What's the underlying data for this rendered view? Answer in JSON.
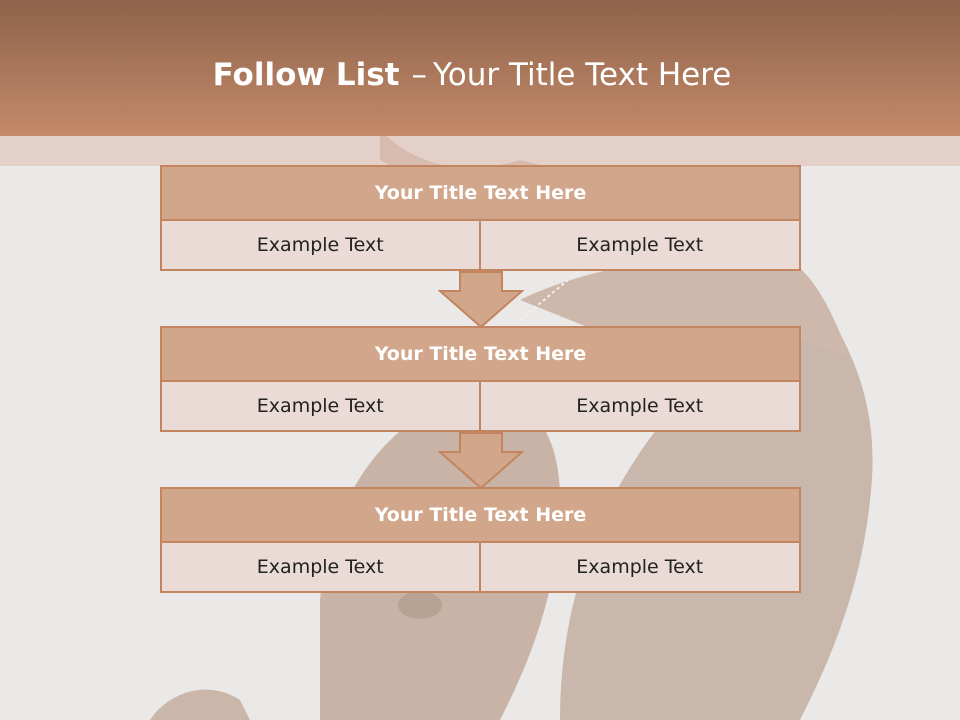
{
  "header": {
    "title_bold": "Follow List",
    "title_separator": "–",
    "title_rest": "Your Title Text Here"
  },
  "colors": {
    "header_top": "#8e624b",
    "header_bottom": "#c48a69",
    "block_title_fill": "#d1a68a",
    "block_border": "#c2855f",
    "cell_fill": "#eadbd6",
    "arrow_fill": "#d1a68a"
  },
  "blocks": [
    {
      "title": "Your Title Text Here",
      "cells": [
        "Example Text",
        "Example Text"
      ]
    },
    {
      "title": "Your Title Text Here",
      "cells": [
        "Example Text",
        "Example Text"
      ]
    },
    {
      "title": "Your Title Text Here",
      "cells": [
        "Example Text",
        "Example Text"
      ]
    }
  ],
  "arrows": [
    {
      "icon": "down-arrow-icon"
    },
    {
      "icon": "down-arrow-icon"
    }
  ]
}
